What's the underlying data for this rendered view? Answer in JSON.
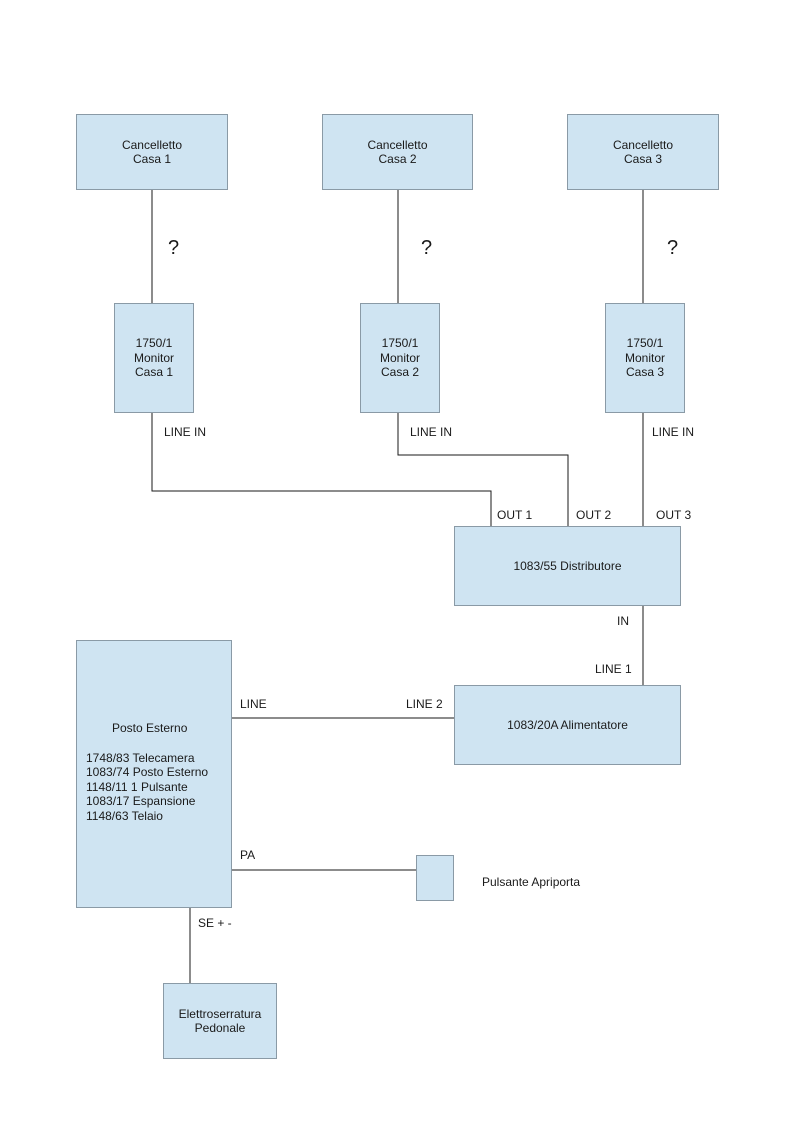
{
  "gates": [
    {
      "line1": "Cancelletto",
      "line2": "Casa 1"
    },
    {
      "line1": "Cancelletto",
      "line2": "Casa 2"
    },
    {
      "line1": "Cancelletto",
      "line2": "Casa 3"
    }
  ],
  "unknown_mark": "?",
  "monitors": [
    {
      "line1": "1750/1",
      "line2": "Monitor",
      "line3": "Casa 1",
      "port": "LINE IN"
    },
    {
      "line1": "1750/1",
      "line2": "Monitor",
      "line3": "Casa 2",
      "port": "LINE IN"
    },
    {
      "line1": "1750/1",
      "line2": "Monitor",
      "line3": "Casa 3",
      "port": "LINE IN"
    }
  ],
  "distributor": {
    "label": "1083/55  Distributore",
    "outputs": [
      "OUT 1",
      "OUT 2",
      "OUT 3"
    ],
    "input": "IN"
  },
  "power_supply": {
    "label": "1083/20A Alimentatore",
    "port_line1": "LINE 1",
    "port_line2": "LINE 2"
  },
  "outdoor_station": {
    "title": "Posto Esterno",
    "components": [
      "1748/83 Telecamera",
      "1083/74  Posto Esterno",
      "1148/11  1 Pulsante",
      "1083/17  Espansione",
      "1148/63 Telaio"
    ],
    "port_line": "LINE",
    "port_pa": "PA",
    "port_se": "SE + -"
  },
  "door_button": {
    "label": "Pulsante Apriporta"
  },
  "electric_lock": {
    "line1": "Elettroserratura",
    "line2": "Pedonale"
  }
}
